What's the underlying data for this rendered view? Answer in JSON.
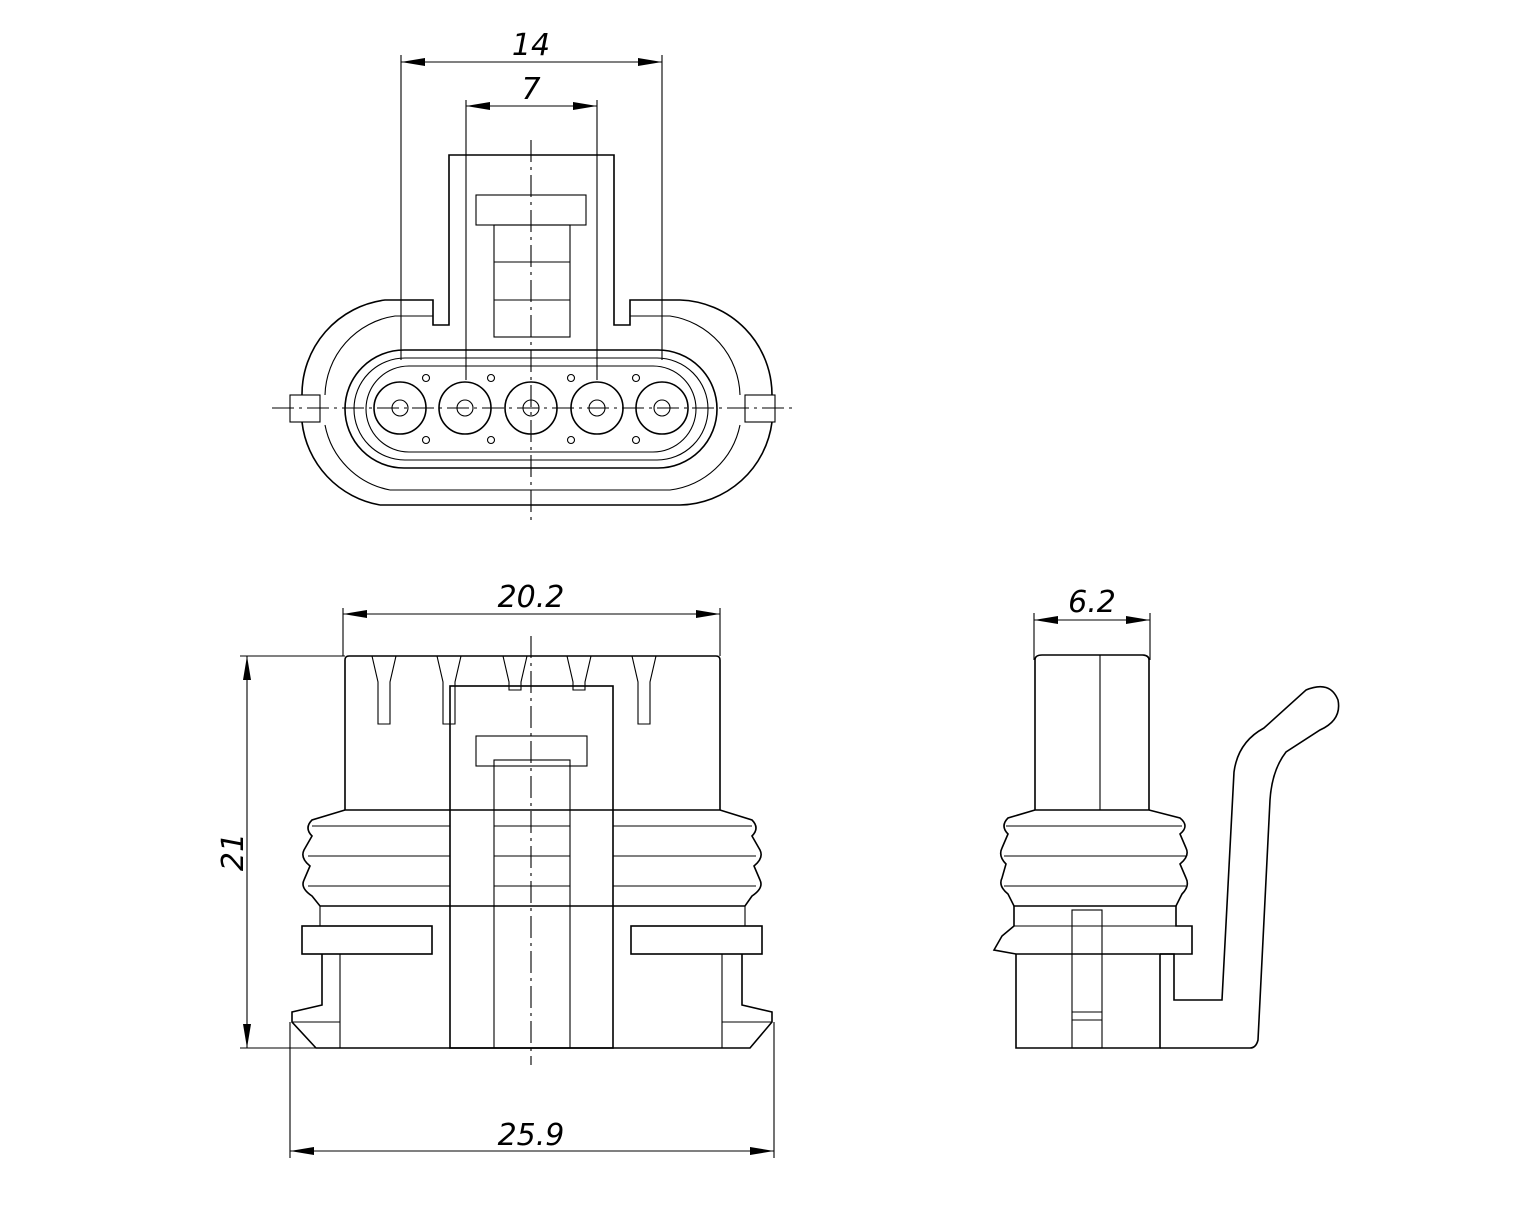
{
  "dimensions": {
    "top_outer_width": "14",
    "top_inner_width": "7",
    "front_body_width": "20.2",
    "front_height": "21",
    "front_base_width": "25.9",
    "side_width": "6.2"
  },
  "views": [
    "top-view",
    "front-view",
    "side-view"
  ],
  "pin_count": 5,
  "colors": {
    "line": "#000000",
    "background": "#ffffff"
  }
}
